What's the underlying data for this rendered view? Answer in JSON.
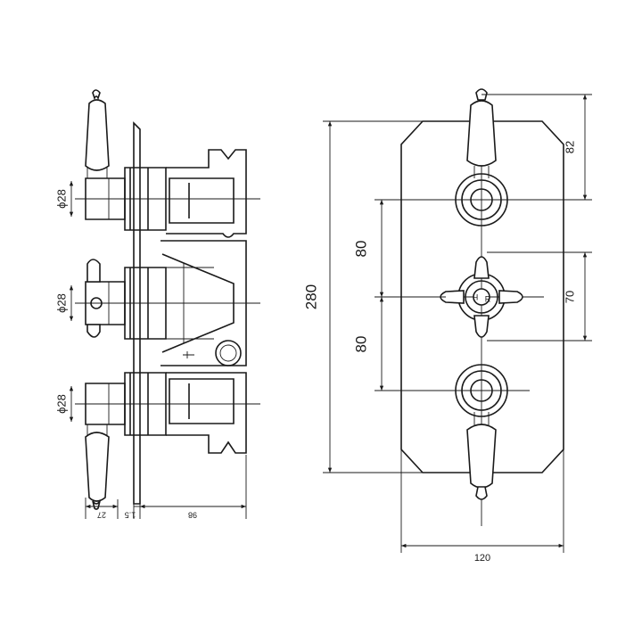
{
  "side_view": {
    "dia_top": "ϕ28",
    "dia_middle": "ϕ28",
    "dia_bottom": "ϕ28",
    "dim_handle_depth": "27",
    "dim_plate": "1.5",
    "dim_body": "98"
  },
  "front_view": {
    "dim_height": "280",
    "dim_upper_spacing": "80",
    "dim_lower_spacing": "80",
    "dim_top_offset": "82",
    "dim_cross_handle": "70",
    "dim_width": "120",
    "hot_mark": "H",
    "cold_mark": "R"
  }
}
